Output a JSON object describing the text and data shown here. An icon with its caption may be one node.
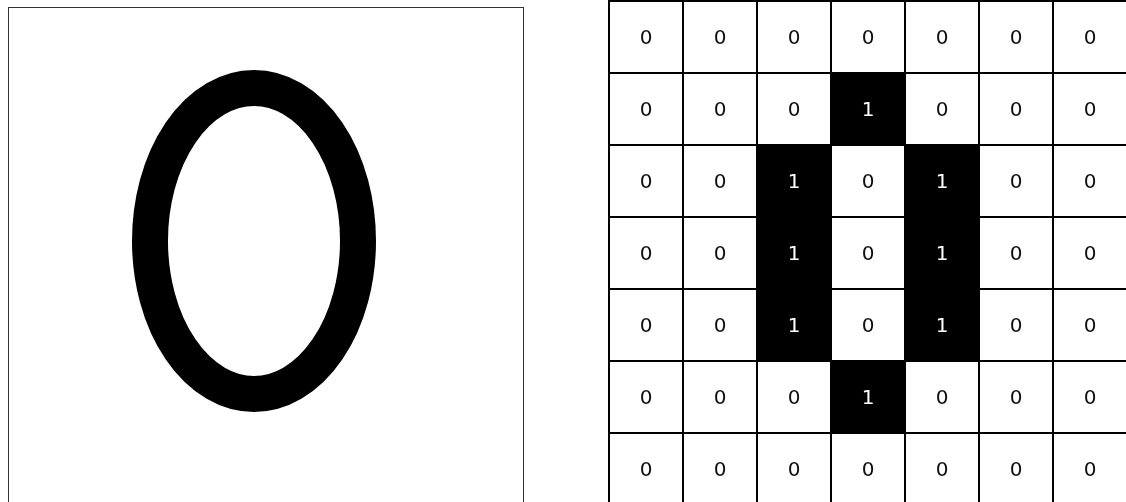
{
  "diagram": {
    "labels": [
      "0",
      "0",
      "0",
      "0",
      "0",
      "0",
      "0",
      "0",
      "0",
      "0",
      "1",
      "0",
      "0",
      "0",
      "0",
      "0",
      "1",
      "0",
      "1",
      "0",
      "0",
      "0",
      "0",
      "1",
      "0",
      "1",
      "0",
      "0",
      "0",
      "0",
      "1",
      "0",
      "1",
      "0",
      "0",
      "0",
      "0",
      "0",
      "1",
      "0",
      "0",
      "0",
      "0",
      "0",
      "0",
      "0",
      "0",
      "0",
      "0"
    ]
  }
}
